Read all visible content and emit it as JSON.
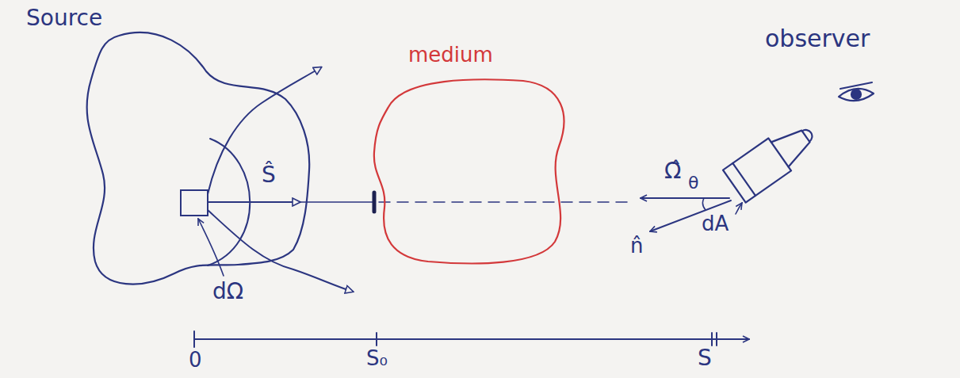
{
  "diagram": {
    "nodes": [
      {
        "text": [
          "Source"
        ]
      },
      {
        "text": [
          "medium"
        ]
      },
      {
        "text": [
          "observer"
        ]
      }
    ],
    "labels": [
      "Ŝ",
      "dΩ",
      "Ω̂",
      "θ",
      "n̂",
      "dA",
      "0",
      "S₀",
      "S"
    ]
  }
}
